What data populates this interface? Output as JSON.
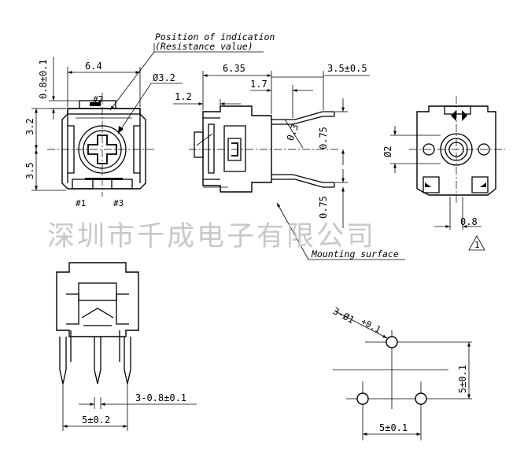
{
  "notes": {
    "indication_line1": "Position of indication",
    "indication_line2": "(Resistance value)",
    "mounting_surface": "Mounting surface"
  },
  "front_view": {
    "dim_width": "6.4",
    "dim_hole": "Ø3.2",
    "dim_top": "0.8±0.1",
    "dim_upper": "3.2",
    "dim_lower": "3.5",
    "pin_2": "#2",
    "pin_1": "#1",
    "pin_3": "#3"
  },
  "side_view": {
    "dim_depth": "6.35",
    "dim_lead": "1.7",
    "dim_flange": "1.2",
    "dim_offset": "3.5±0.5",
    "dim_radius": "0.3",
    "dim_upper": "0.75",
    "dim_lower": "0.75"
  },
  "rear_view": {
    "dim_hole": "Ø2",
    "dim_tab": "0.8",
    "tolerance_symbol": "1"
  },
  "bottom_view": {
    "dim_pins": "3-0.8±0.1",
    "dim_pitch": "5±0.2"
  },
  "pcb_layout": {
    "dim_holes": "3-Ø1",
    "dim_holes_tol": "+0.1",
    "dim_vertical": "5±0.1",
    "dim_horizontal": "5±0.1"
  },
  "watermark": "深圳市千成电子有限公司"
}
